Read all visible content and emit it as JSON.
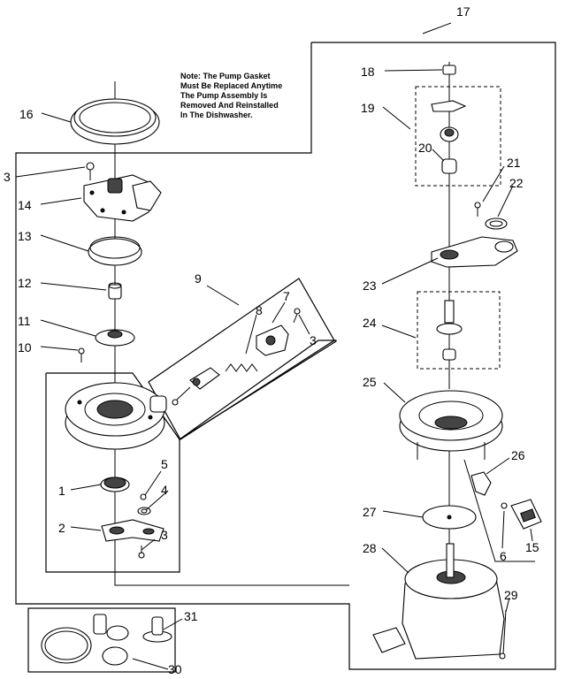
{
  "note": {
    "lines": [
      "Note: The Pump Gasket",
      "Must Be Replaced Anytime",
      "The Pump Assembly Is",
      "Removed And Reinstalled",
      "In The Dishwasher."
    ]
  },
  "labels": {
    "n1": "1",
    "n2": "2",
    "n3a": "3",
    "n3b": "3",
    "n3c": "3",
    "n4": "4",
    "n5": "5",
    "n6": "6",
    "n7": "7",
    "n8": "8",
    "n9": "9",
    "n10": "10",
    "n11": "11",
    "n12": "12",
    "n13": "13",
    "n14": "14",
    "n15": "15",
    "n16": "16",
    "n17": "17",
    "n18": "18",
    "n19": "19",
    "n20": "20",
    "n21": "21",
    "n22": "22",
    "n23": "23",
    "n24": "24",
    "n25": "25",
    "n26": "26",
    "n27": "27",
    "n28": "28",
    "n29": "29",
    "n30": "30",
    "n31": "31"
  }
}
